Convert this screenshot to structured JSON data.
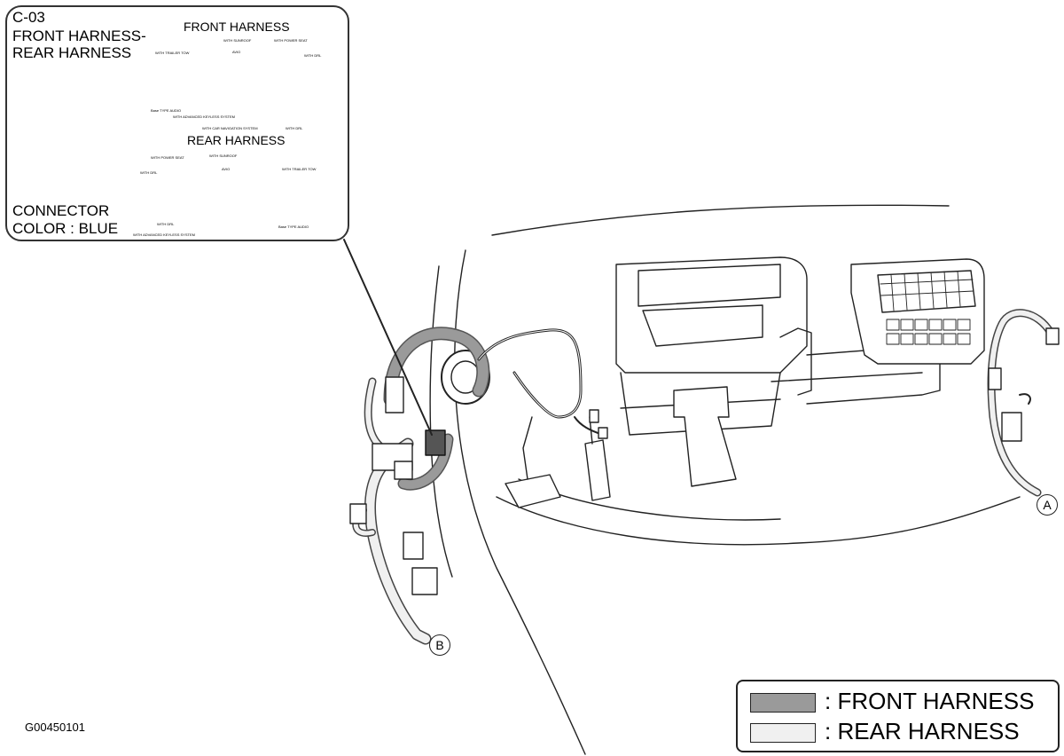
{
  "callout": {
    "code": "C-03",
    "title_line1": "FRONT HARNESS-",
    "title_line2": "REAR HARNESS",
    "front_header": "FRONT HARNESS",
    "rear_header": "REAR HARNESS",
    "connector_line1": "CONNECTOR",
    "connector_line2": "COLOR : BLUE",
    "front_notes": {
      "sunroof": "WITH SUNROOF",
      "power_seat": "WITH POWER SEAT",
      "trailer_tow": "WITH TRAILER TOW",
      "avc": "AVIO",
      "drl": "WITH DRL",
      "base_audio": "Base TYPE AUDIO",
      "keyless": "WITH ADVANCED KEYLESS SYSTEM",
      "navigation": "WITH CAR NAVIGATION SYSTEM",
      "drl2": "WITH DRL"
    },
    "rear_notes": {
      "power_seat": "WITH POWER SEAT",
      "sunroof": "WITH SUNROOF",
      "drl": "WITH DRL",
      "avc": "AVIO",
      "trailer_tow": "WITH TRAILER TOW",
      "drl2": "WITH DRL",
      "keyless": "WITH ADVANCED KEYLESS SYSTEM",
      "base_audio": "Base TYPE AUDIO"
    }
  },
  "markers": {
    "a": "A",
    "b": "B"
  },
  "figure_id": "G00450101",
  "legend": {
    "front_label": ": FRONT HARNESS",
    "rear_label": ": REAR HARNESS",
    "front_color": "#9a9a9a",
    "rear_color": "#f0f0f0"
  }
}
